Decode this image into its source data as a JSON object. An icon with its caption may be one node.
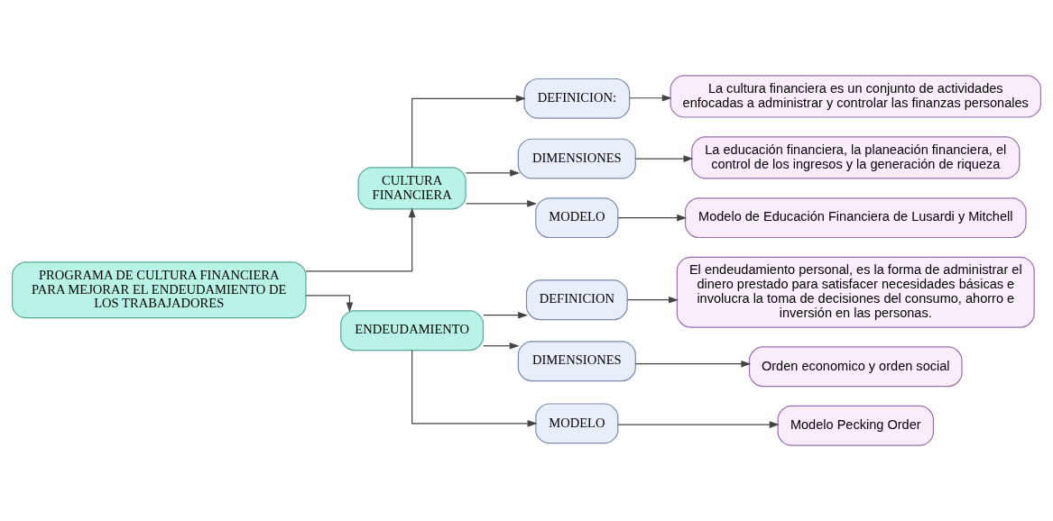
{
  "diagram": {
    "nodes": [
      {
        "text": [
          "PROGRAMA DE CULTURA FINANCIERA PARA MEJORAR EL ENDEUDAMIENTO DE LOS TRABAJADORES"
        ]
      },
      {
        "text": [
          "CULTURA FINANCIERA"
        ]
      },
      {
        "text": [
          "DEFINICION:"
        ]
      },
      {
        "text": [
          "La cultura financiera es un conjunto de actividades enfocadas a administrar y controlar las finanzas personales"
        ]
      },
      {
        "text": [
          "DIMENSIONES"
        ]
      },
      {
        "text": [
          "La educación financiera, la planeación financiera, el control de los ingresos y la generación de riqueza"
        ]
      },
      {
        "text": [
          "MODELO"
        ]
      },
      {
        "text": [
          "Modelo de Educación Financiera de Lusardi y Mitchell"
        ]
      },
      {
        "text": [
          "ENDEUDAMIENTO"
        ]
      },
      {
        "text": [
          "DEFINICION"
        ]
      },
      {
        "text": [
          "El endeudamiento personal, es la forma de administrar el dinero prestado para satisfacer necesidades básicas e involucra la toma de decisiones del consumo, ahorro e inversión en las personas."
        ]
      },
      {
        "text": [
          "DIMENSIONES"
        ]
      },
      {
        "text": [
          "Orden economico y orden social"
        ]
      },
      {
        "text": [
          "MODELO"
        ]
      },
      {
        "text": [
          "Modelo Pecking Order"
        ]
      }
    ],
    "edges": [
      {
        "from": 0,
        "to": 1,
        "arrow": "to"
      },
      {
        "from": 0,
        "to": 8,
        "arrow": "to"
      },
      {
        "from": 1,
        "to": 2,
        "arrow": "to"
      },
      {
        "from": 1,
        "to": 4,
        "arrow": "to"
      },
      {
        "from": 1,
        "to": 6,
        "arrow": "to"
      },
      {
        "from": 2,
        "to": 3,
        "arrow": "to"
      },
      {
        "from": 4,
        "to": 5,
        "arrow": "to"
      },
      {
        "from": 6,
        "to": 7,
        "arrow": "to"
      },
      {
        "from": 8,
        "to": 9,
        "arrow": "to"
      },
      {
        "from": 8,
        "to": 11,
        "arrow": "to"
      },
      {
        "from": 8,
        "to": 13,
        "arrow": "to"
      },
      {
        "from": 9,
        "to": 10,
        "arrow": "to"
      },
      {
        "from": 11,
        "to": 12,
        "arrow": "to"
      },
      {
        "from": 13,
        "to": 14,
        "arrow": "to"
      }
    ]
  }
}
